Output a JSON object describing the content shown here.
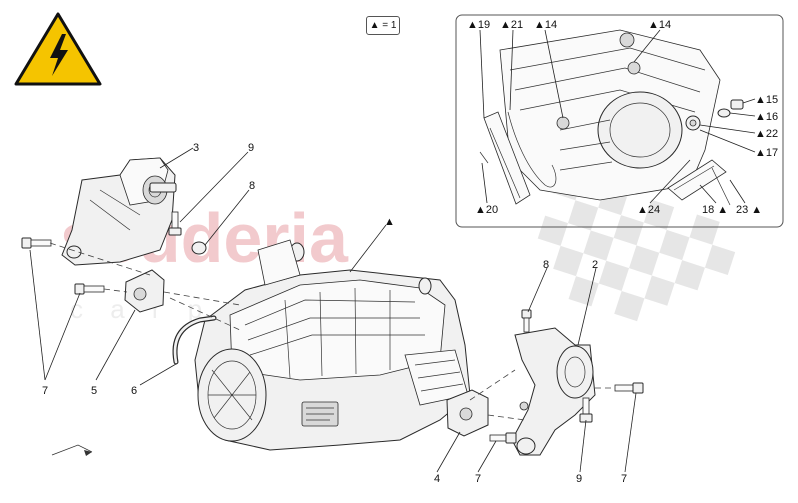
{
  "legend": {
    "text": "▲ = 1"
  },
  "watermark": {
    "main": "scuderia",
    "sub": "c a r   p a r t s"
  },
  "icons": {
    "warning": "high-voltage-warning-icon",
    "direction": "direction-arrow-icon"
  },
  "colors": {
    "warning_yellow": "#f5c400",
    "watermark_red": "#e8a0a6",
    "line": "#2a2a2a"
  },
  "callouts": {
    "main": [
      {
        "id": "c3",
        "label": "3"
      },
      {
        "id": "c9a",
        "label": "9"
      },
      {
        "id": "c8a",
        "label": "8"
      },
      {
        "id": "c7a",
        "label": "7"
      },
      {
        "id": "c5",
        "label": "5"
      },
      {
        "id": "c6",
        "label": "6"
      },
      {
        "id": "ctri",
        "label": "▲"
      },
      {
        "id": "c8b",
        "label": "8"
      },
      {
        "id": "c2",
        "label": "2"
      },
      {
        "id": "c4",
        "label": "4"
      },
      {
        "id": "c7b",
        "label": "7"
      },
      {
        "id": "c9b",
        "label": "9"
      },
      {
        "id": "c7c",
        "label": "7"
      }
    ],
    "inset": [
      {
        "id": "i19",
        "label": "▲19"
      },
      {
        "id": "i21",
        "label": "▲21"
      },
      {
        "id": "i14a",
        "label": "▲14"
      },
      {
        "id": "i14b",
        "label": "▲14"
      },
      {
        "id": "i15",
        "label": "▲15"
      },
      {
        "id": "i16",
        "label": "▲16"
      },
      {
        "id": "i22",
        "label": "▲22"
      },
      {
        "id": "i17",
        "label": "▲17"
      },
      {
        "id": "i20",
        "label": "▲20"
      },
      {
        "id": "i24",
        "label": "▲24"
      },
      {
        "id": "i18",
        "label": "18 ▲"
      },
      {
        "id": "i23",
        "label": "23 ▲"
      }
    ]
  }
}
